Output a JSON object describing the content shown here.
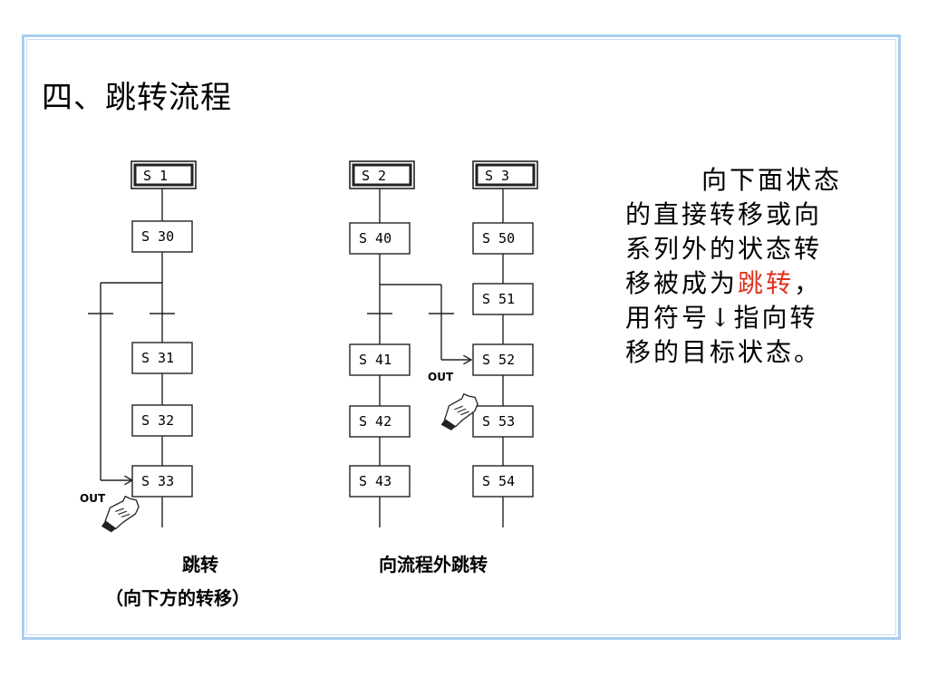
{
  "slide": {
    "title": "四、跳转流程",
    "paragraph": {
      "line1": "向下面状态",
      "line2": "的直接转移或向",
      "line3": "系列外的状态转",
      "line4_pre": "移被成为",
      "line4_highlight": "跳转",
      "line4_post": "，",
      "line5": "用符号↓指向转",
      "line6": "移的目标状态。"
    },
    "highlight_color": "#e0301e"
  },
  "diagram": {
    "left": {
      "initial": "S  1",
      "steps": [
        "S 30",
        "S 31",
        "S 32",
        "S 33"
      ],
      "out_label": "OUT",
      "caption1": "跳转",
      "caption2": "（向下方的转移）"
    },
    "right": {
      "initial_a": "S  2",
      "initial_b": "S  3",
      "col_a": [
        "S 40",
        "S 41",
        "S 42",
        "S 43"
      ],
      "col_b": [
        "S 50",
        "S 51",
        "S 52",
        "S 53",
        "S 54"
      ],
      "out_label": "OUT",
      "caption": "向流程外跳转"
    }
  }
}
